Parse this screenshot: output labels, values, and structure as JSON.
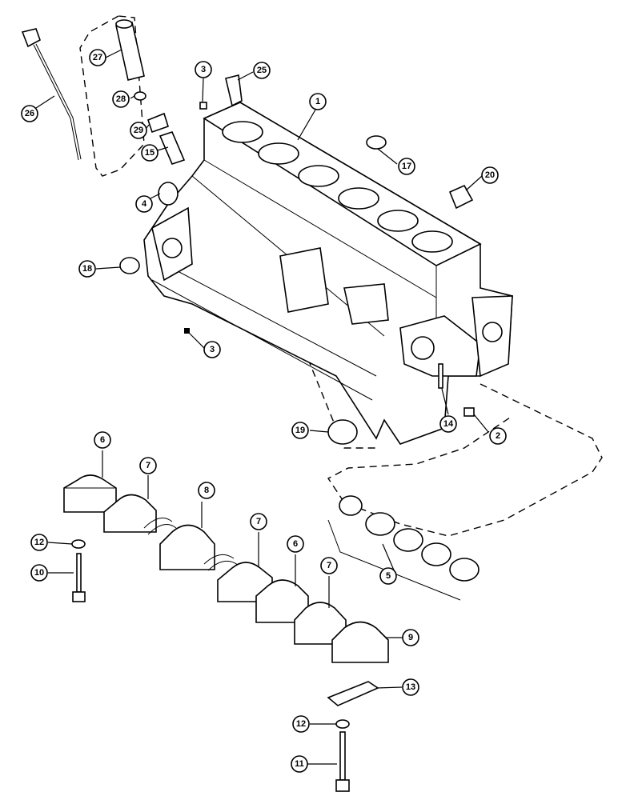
{
  "figure": {
    "title": "",
    "callouts": [
      "1",
      "2",
      "3",
      "3",
      "4",
      "5",
      "6",
      "6",
      "7",
      "7",
      "7",
      "8",
      "9",
      "10",
      "11",
      "12",
      "12",
      "13",
      "14",
      "15",
      "17",
      "18",
      "19",
      "20",
      "25",
      "26",
      "27",
      "28",
      "29"
    ]
  }
}
